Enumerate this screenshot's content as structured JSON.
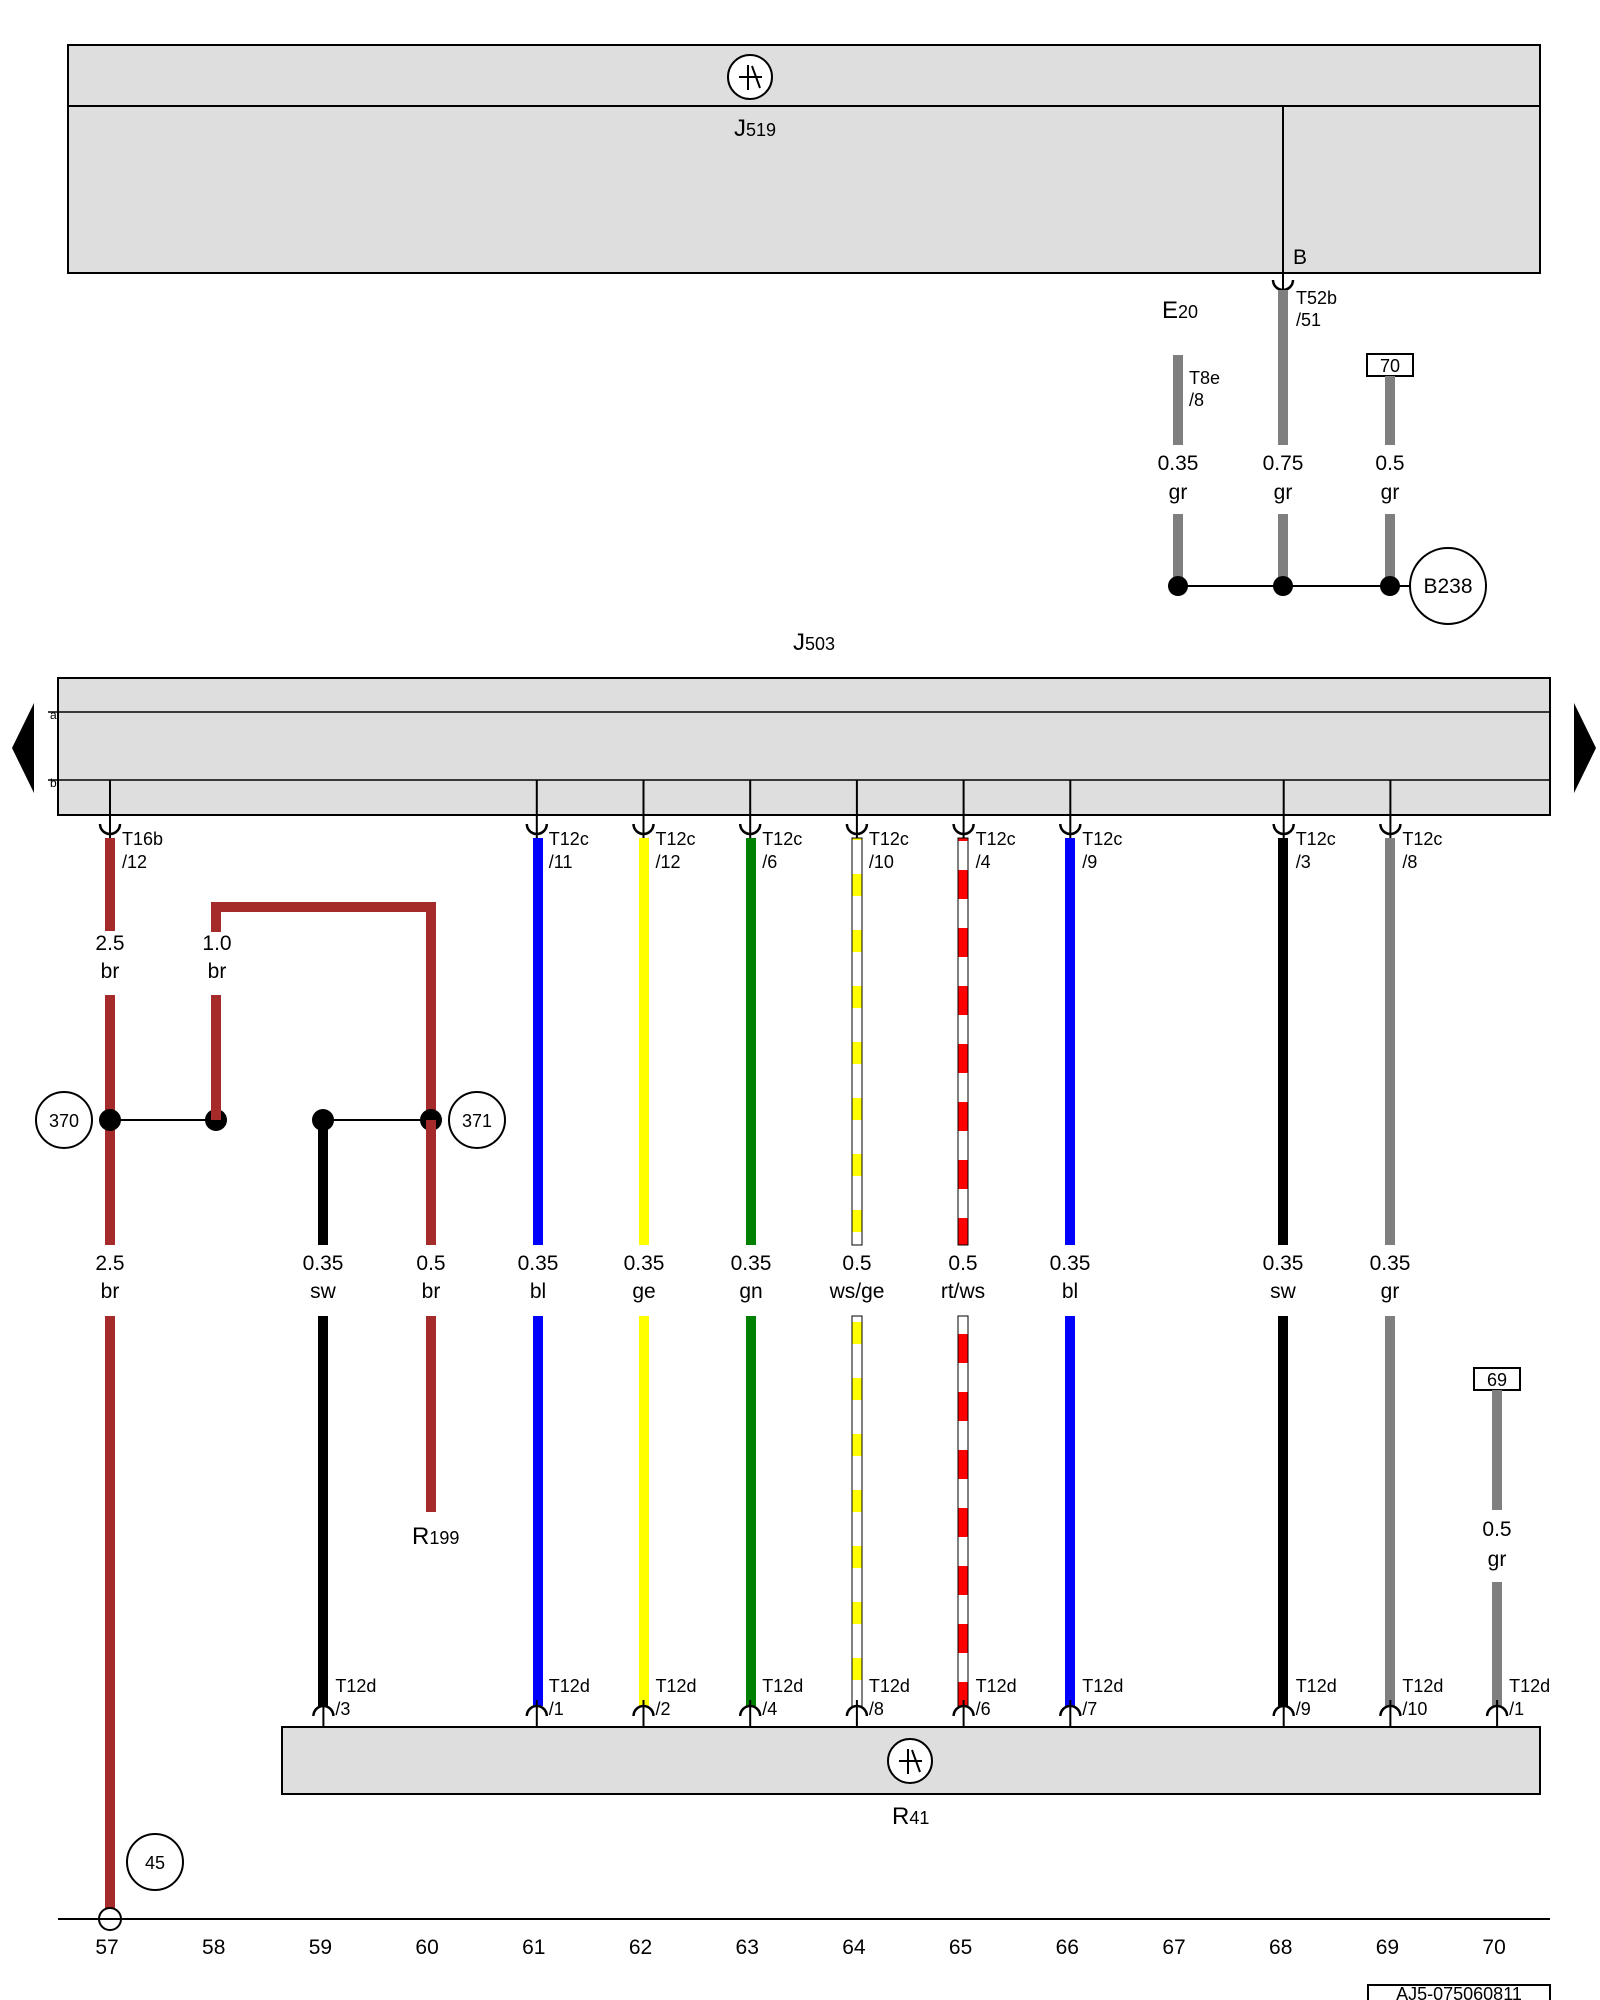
{
  "components": {
    "j519": {
      "code": "J",
      "sub": "519"
    },
    "j503": {
      "code": "J",
      "sub": "503"
    },
    "e20": {
      "code": "E",
      "sub": "20"
    },
    "r41": {
      "code": "R",
      "sub": "41"
    },
    "r199": {
      "code": "R",
      "sub": "199"
    }
  },
  "bus_labels": {
    "a": "a",
    "b": "b"
  },
  "pin_b_label": "B",
  "top_pins": [
    {
      "id": "t8e-8",
      "l1": "T8e",
      "l2": "/8"
    },
    {
      "id": "t52b-51",
      "l1": "T52b",
      "l2": "/51"
    }
  ],
  "top_wires": [
    {
      "id": "top-e20",
      "size": "0.35",
      "color": "gr",
      "hex": "#7f7f7f"
    },
    {
      "id": "top-b",
      "size": "0.75",
      "color": "gr",
      "hex": "#7f7f7f"
    },
    {
      "id": "top-70",
      "size": "0.5",
      "color": "gr",
      "hex": "#7f7f7f"
    }
  ],
  "ref_boxes": {
    "top": "70",
    "bottom": "69"
  },
  "circles": {
    "b238": "B238",
    "c370": "370",
    "c371": "371",
    "c45": "45"
  },
  "j503_pins": [
    {
      "id": "t16b-12",
      "l1": "T16b",
      "l2": "/12"
    },
    {
      "id": "t12c-11",
      "l1": "T12c",
      "l2": "/11"
    },
    {
      "id": "t12c-12",
      "l1": "T12c",
      "l2": "/12"
    },
    {
      "id": "t12c-6",
      "l1": "T12c",
      "l2": "/6"
    },
    {
      "id": "t12c-10",
      "l1": "T12c",
      "l2": "/10"
    },
    {
      "id": "t12c-4",
      "l1": "T12c",
      "l2": "/4"
    },
    {
      "id": "t12c-9",
      "l1": "T12c",
      "l2": "/9"
    },
    {
      "id": "t12c-3",
      "l1": "T12c",
      "l2": "/3"
    },
    {
      "id": "t12c-8",
      "l1": "T12c",
      "l2": "/8"
    }
  ],
  "upper_wire_labels": [
    {
      "id": "br-2-5-upper",
      "size": "2.5",
      "color": "br"
    },
    {
      "id": "br-1-0",
      "size": "1.0",
      "color": "br"
    }
  ],
  "wires": [
    {
      "id": "w57",
      "size": "2.5",
      "color": "br",
      "hex": "#a52a2a"
    },
    {
      "id": "w59",
      "size": "0.35",
      "color": "sw",
      "hex": "#000000"
    },
    {
      "id": "w60",
      "size": "0.5",
      "color": "br",
      "hex": "#a52a2a"
    },
    {
      "id": "w61",
      "size": "0.35",
      "color": "bl",
      "hex": "#0000ff"
    },
    {
      "id": "w62",
      "size": "0.35",
      "color": "ge",
      "hex": "#ffff00"
    },
    {
      "id": "w63",
      "size": "0.35",
      "color": "gn",
      "hex": "#008000"
    },
    {
      "id": "w64",
      "size": "0.5",
      "color": "ws/ge",
      "hex": "#ffff00"
    },
    {
      "id": "w65",
      "size": "0.5",
      "color": "rt/ws",
      "hex": "#ff0000"
    },
    {
      "id": "w66",
      "size": "0.35",
      "color": "bl",
      "hex": "#0000ff"
    },
    {
      "id": "w68",
      "size": "0.35",
      "color": "sw",
      "hex": "#000000"
    },
    {
      "id": "w69",
      "size": "0.35",
      "color": "gr",
      "hex": "#7f7f7f"
    }
  ],
  "w70": {
    "size": "0.5",
    "color": "gr",
    "hex": "#7f7f7f"
  },
  "r41_pins": [
    {
      "id": "t12d-3",
      "l1": "T12d",
      "l2": "/3"
    },
    {
      "id": "t12d-1a",
      "l1": "T12d",
      "l2": "/1"
    },
    {
      "id": "t12d-2",
      "l1": "T12d",
      "l2": "/2"
    },
    {
      "id": "t12d-4",
      "l1": "T12d",
      "l2": "/4"
    },
    {
      "id": "t12d-8",
      "l1": "T12d",
      "l2": "/8"
    },
    {
      "id": "t12d-6",
      "l1": "T12d",
      "l2": "/6"
    },
    {
      "id": "t12d-7",
      "l1": "T12d",
      "l2": "/7"
    },
    {
      "id": "t12d-9",
      "l1": "T12d",
      "l2": "/9"
    },
    {
      "id": "t12d-10",
      "l1": "T12d",
      "l2": "/10"
    },
    {
      "id": "t12d-1b",
      "l1": "T12d",
      "l2": "/1"
    }
  ],
  "columns": [
    "57",
    "58",
    "59",
    "60",
    "61",
    "62",
    "63",
    "64",
    "65",
    "66",
    "67",
    "68",
    "69",
    "70"
  ],
  "doc_id": "AJ5-075060811"
}
